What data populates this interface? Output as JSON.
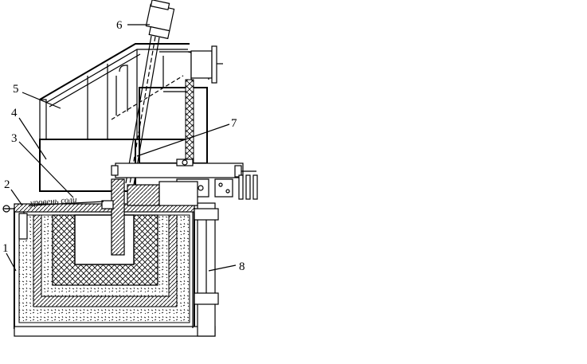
{
  "labels": {
    "l1": "1",
    "l2": "2",
    "l3": "3",
    "l4": "4",
    "l5": "5",
    "l6": "6",
    "l7": "7",
    "l8": "8"
  },
  "annotation": "уровень соли"
}
